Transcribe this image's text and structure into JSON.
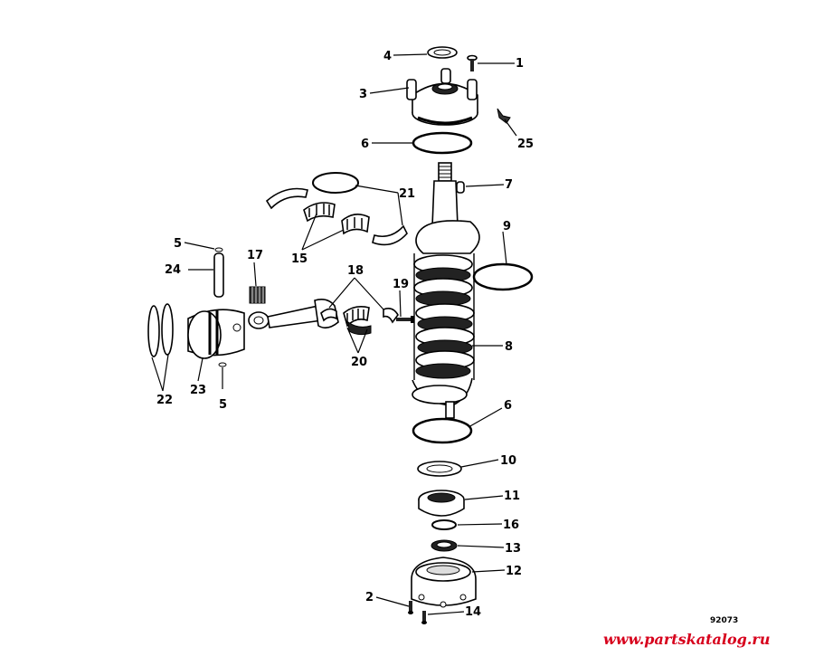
{
  "figure_code": "92073",
  "watermark": "www.partskatalog.ru",
  "callouts": {
    "c1": "1",
    "c2": "2",
    "c3": "3",
    "c4": "4",
    "c5a": "5",
    "c5b": "5",
    "c6a": "6",
    "c6b": "6",
    "c7": "7",
    "c8": "8",
    "c9": "9",
    "c10": "10",
    "c11": "11",
    "c12": "12",
    "c13": "13",
    "c14": "14",
    "c15": "15",
    "c16": "16",
    "c17": "17",
    "c18": "18",
    "c19": "19",
    "c20": "20",
    "c21": "21",
    "c22": "22",
    "c23": "23",
    "c24": "24",
    "c25": "25"
  }
}
